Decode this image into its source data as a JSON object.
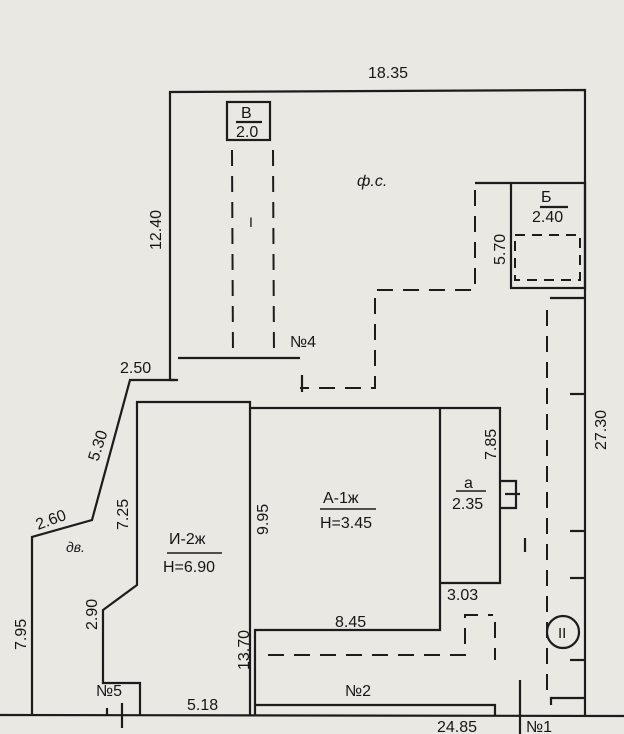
{
  "plan": {
    "dimensions": {
      "top": "18.35",
      "left_upper": "12.40",
      "step": "2.50",
      "diag_upper": "5.30",
      "diag_lower": "2.60",
      "left_outer": "7.95",
      "i_left_upper": "7.25",
      "i_left_lower": "2.90",
      "bottom_left": "5.18",
      "a_left": "9.95",
      "a_bottom": "8.45",
      "a_left_lower": "13.70",
      "annex_height": "7.85",
      "annex_bottom": "3.03",
      "b_side": "5.70",
      "right": "27.30",
      "bottom": "24.85"
    },
    "buildings": {
      "v": {
        "letter": "В",
        "value": "2.0"
      },
      "b": {
        "letter": "Б",
        "value": "2.40"
      },
      "a_annex": {
        "letter": "а",
        "value": "2.35"
      },
      "a": {
        "name": "А-1ж",
        "height": "Н=3.45"
      },
      "i": {
        "name": "И-2ж",
        "height": "Н=6.90"
      }
    },
    "labels": {
      "yard": "ф.с.",
      "dv": "дв.",
      "n1": "№1",
      "n2": "№2",
      "n4": "№4",
      "n5": "№5",
      "roman": "II",
      "fence_mark": "I"
    }
  }
}
